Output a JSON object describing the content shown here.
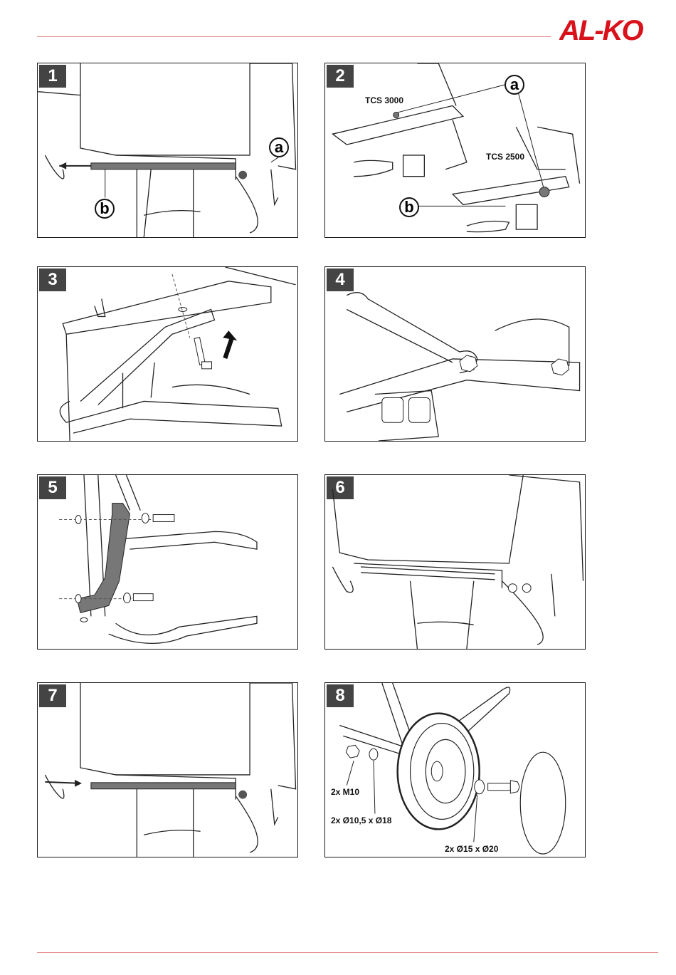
{
  "brand": {
    "logo_text": "AL-KO",
    "accent": "#d9111b"
  },
  "panels": [
    {
      "number": "1",
      "callouts": [
        "a",
        "b"
      ]
    },
    {
      "number": "2",
      "callouts": [
        "a",
        "b"
      ],
      "labels": [
        "TCS 3000",
        "TCS 2500"
      ]
    },
    {
      "number": "3"
    },
    {
      "number": "4"
    },
    {
      "number": "5"
    },
    {
      "number": "6"
    },
    {
      "number": "7"
    },
    {
      "number": "8",
      "labels": [
        "2x M10",
        "2x Ø10,5 x Ø18",
        "2x Ø15 x Ø20"
      ]
    }
  ]
}
